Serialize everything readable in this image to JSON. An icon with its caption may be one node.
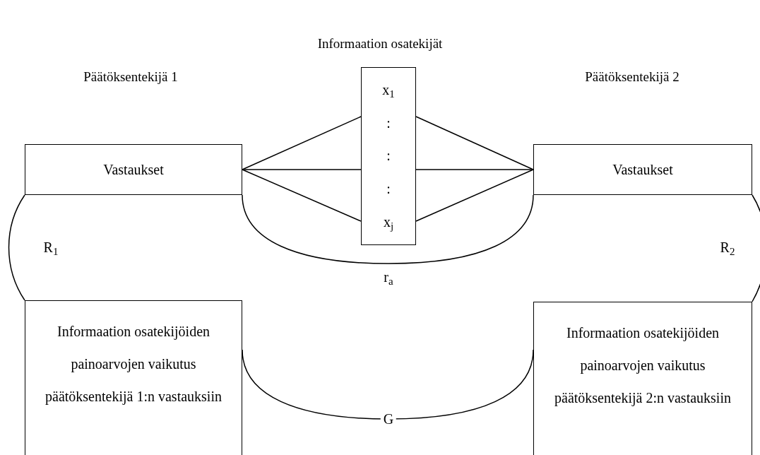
{
  "diagram": {
    "title": "Informaation osatekijät",
    "nodes": [
      {
        "text": [
          "Vastaukset"
        ]
      },
      {
        "text": [
          "x$_{1}$",
          ":",
          ":",
          ":",
          "x$_{j}$"
        ]
      },
      {
        "text": [
          "Vastaukset"
        ]
      },
      {
        "text": [
          "Informaation osatekijöiden painoarvojen vaikutus päätöksentekijä 1:n vastauksiin"
        ]
      },
      {
        "text": [
          "Informaation osatekijöiden painoarvojen vaikutus päätöksentekijä 2:n vastauksiin"
        ]
      }
    ],
    "edges": [
      {
        "from": 1,
        "to": 0,
        "arrow": "none"
      },
      {
        "from": 1,
        "to": 0,
        "arrow": "none"
      },
      {
        "from": 1,
        "to": 0,
        "arrow": "none"
      },
      {
        "from": 1,
        "to": 2,
        "arrow": "none"
      },
      {
        "from": 1,
        "to": 2,
        "arrow": "none"
      },
      {
        "from": 1,
        "to": 2,
        "arrow": "none"
      },
      {
        "from": 0,
        "to": 2,
        "label": "r$_{a}$",
        "arrow": "none"
      },
      {
        "from": 3,
        "to": 4,
        "label": "G",
        "arrow": "none"
      },
      {
        "from": 0,
        "to": 3,
        "label": "R$_{1}$",
        "arrow": "none"
      },
      {
        "from": 2,
        "to": 4,
        "label": "R$_{2}$",
        "arrow": "none"
      }
    ],
    "labels": [
      "Päätöksentekijä 1",
      "Päätöksentekijä 2"
    ]
  }
}
